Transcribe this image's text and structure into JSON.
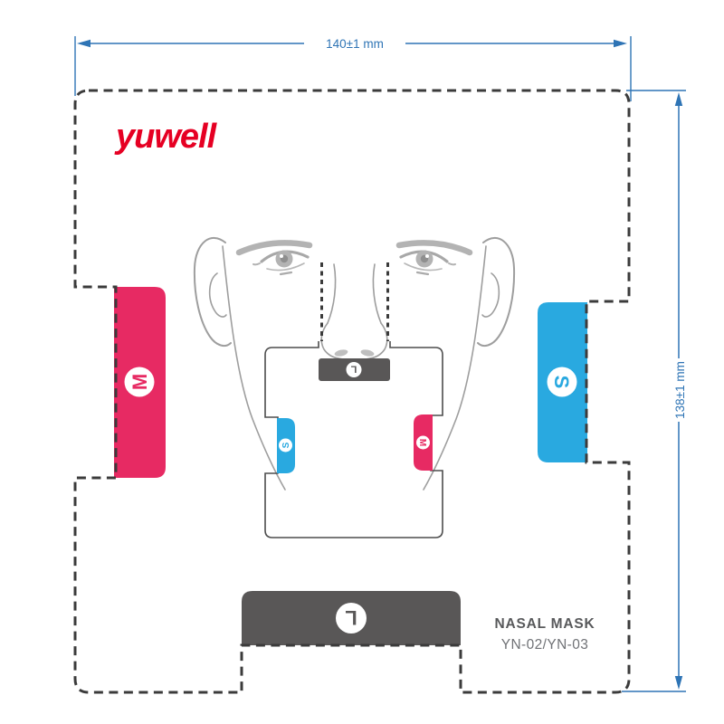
{
  "document": {
    "brand": "yuwell",
    "product_name": "NASAL MASK",
    "model": "YN-02/YN-03"
  },
  "dimensions": {
    "width_label": "140±1 mm",
    "height_label": "138±1 mm"
  },
  "sizes": {
    "medium": {
      "label": "M",
      "color": "#E72A63"
    },
    "small": {
      "label": "S",
      "color": "#29A9E0"
    },
    "large": {
      "label": "L",
      "color": "#595757"
    }
  },
  "colors": {
    "dimension_blue": "#2E74B5",
    "outline_dark": "#3B3B3B",
    "brand_red": "#E60023",
    "product_text": "#58595B",
    "model_text": "#707276",
    "face_line": "#9E9E9E",
    "face_fill": "#B3B3B3"
  }
}
